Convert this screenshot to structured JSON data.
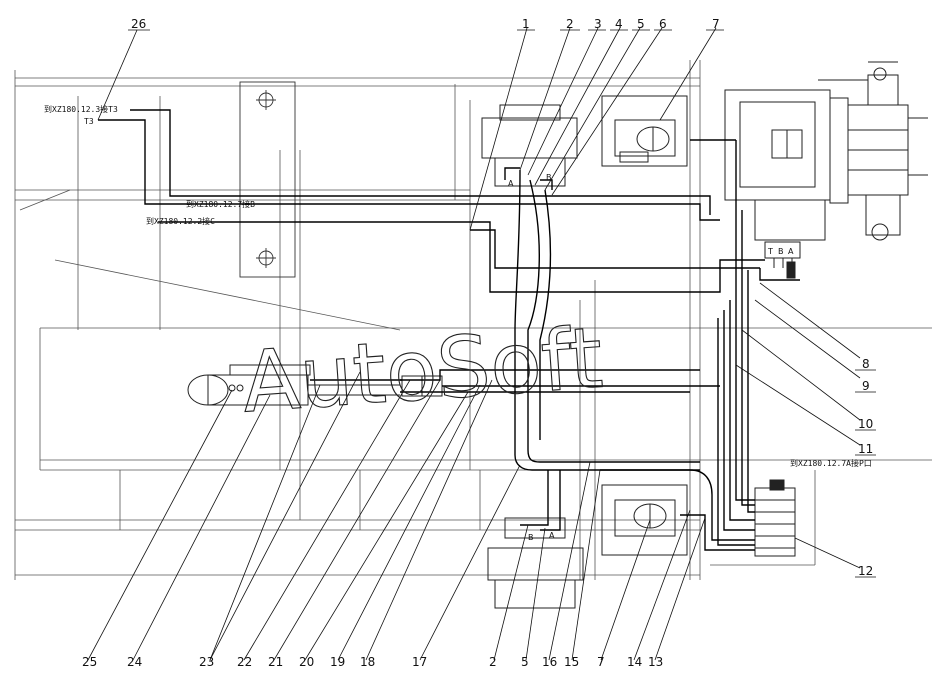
{
  "watermark": "AutoSoft",
  "callouts": {
    "c1": "1",
    "c2": "2",
    "c3": "3",
    "c4": "4",
    "c5": "5",
    "c6": "6",
    "c7": "7",
    "c8": "8",
    "c9": "9",
    "c10": "10",
    "c11": "11",
    "c12": "12",
    "c13": "13",
    "c14": "14",
    "c15": "15",
    "c16": "16",
    "c17": "17",
    "c18": "18",
    "c19": "19",
    "c20": "20",
    "c21": "21",
    "c22": "22",
    "c23": "23",
    "c24": "24",
    "c25": "25",
    "c26": "26",
    "b2": "2",
    "b5": "5",
    "b7": "7"
  },
  "notes": {
    "n_t3_ref": "到XZ180.12.3接T3",
    "n_t3": "T3",
    "n_b": "到XZ180.12.7接B",
    "n_c": "到XZ180.12.2接C",
    "n_p": "到XZ180.12.7A接P口"
  },
  "ports": {
    "top_a": "A",
    "top_b": "B",
    "bot_b": "B",
    "bot_a": "A",
    "valve_t": "T",
    "valve_b": "B",
    "valve_a": "A"
  }
}
